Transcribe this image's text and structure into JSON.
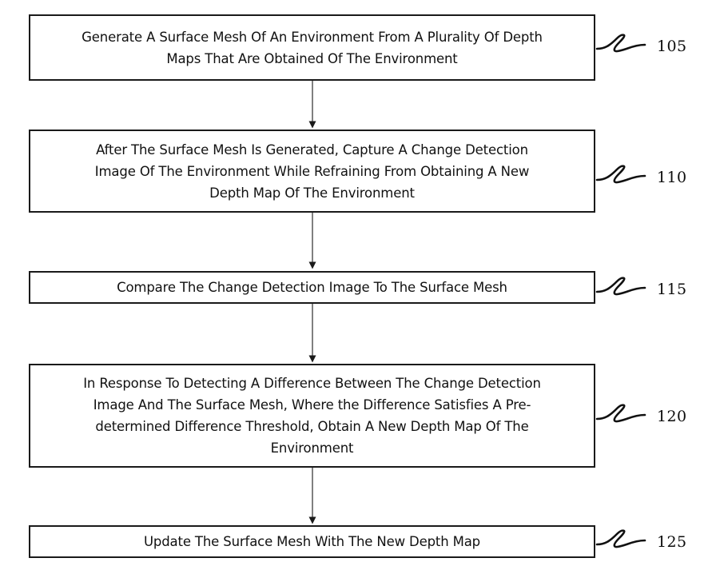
{
  "figure": {
    "type": "flowchart",
    "orientation": "vertical",
    "steps": [
      {
        "ref": "105",
        "text": "Generate A Surface Mesh Of An Environment From A Plurality Of Depth\nMaps That Are Obtained Of The Environment"
      },
      {
        "ref": "110",
        "text": "After The Surface Mesh Is Generated, Capture A Change Detection\nImage Of The Environment While Refraining From Obtaining A New\nDepth Map Of The Environment"
      },
      {
        "ref": "115",
        "text": "Compare The Change Detection Image To The Surface Mesh"
      },
      {
        "ref": "120",
        "text": "In Response To Detecting A Difference Between The Change Detection\nImage And The Surface Mesh, Where the Difference Satisfies A Pre-\ndetermined Difference Threshold, Obtain A New Depth Map Of The\nEnvironment"
      },
      {
        "ref": "125",
        "text": "Update The Surface Mesh With The New Depth Map"
      }
    ],
    "colors": {
      "stroke": "#1a1a1a",
      "text": "#111111",
      "background": "#ffffff",
      "shadow": "#7d7d7d"
    }
  }
}
